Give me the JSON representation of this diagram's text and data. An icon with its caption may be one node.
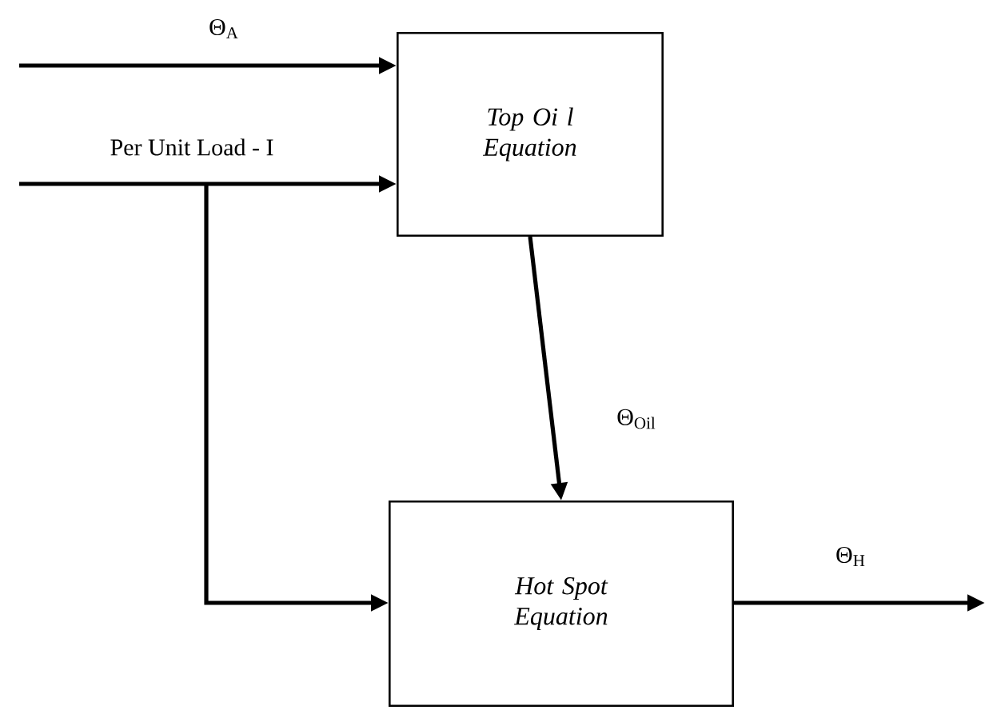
{
  "diagram": {
    "nodes": [
      {
        "text": [
          "Top Oi l Equation"
        ]
      },
      {
        "text": [
          "Hot Spot Equation"
        ]
      }
    ],
    "edges": [
      {
        "from": null,
        "to": 0,
        "arrow": "to",
        "label": "Θ$_{A}$"
      },
      {
        "from": null,
        "to": 0,
        "arrow": "to",
        "label": "Per Unit Load - I"
      },
      {
        "from": null,
        "to": 1,
        "arrow": "to"
      },
      {
        "from": 0,
        "to": 1,
        "arrow": "to",
        "label": "Θ$_{Oil}$"
      },
      {
        "from": 1,
        "to": null,
        "arrow": "to",
        "label": "Θ$_{H}$"
      }
    ]
  }
}
